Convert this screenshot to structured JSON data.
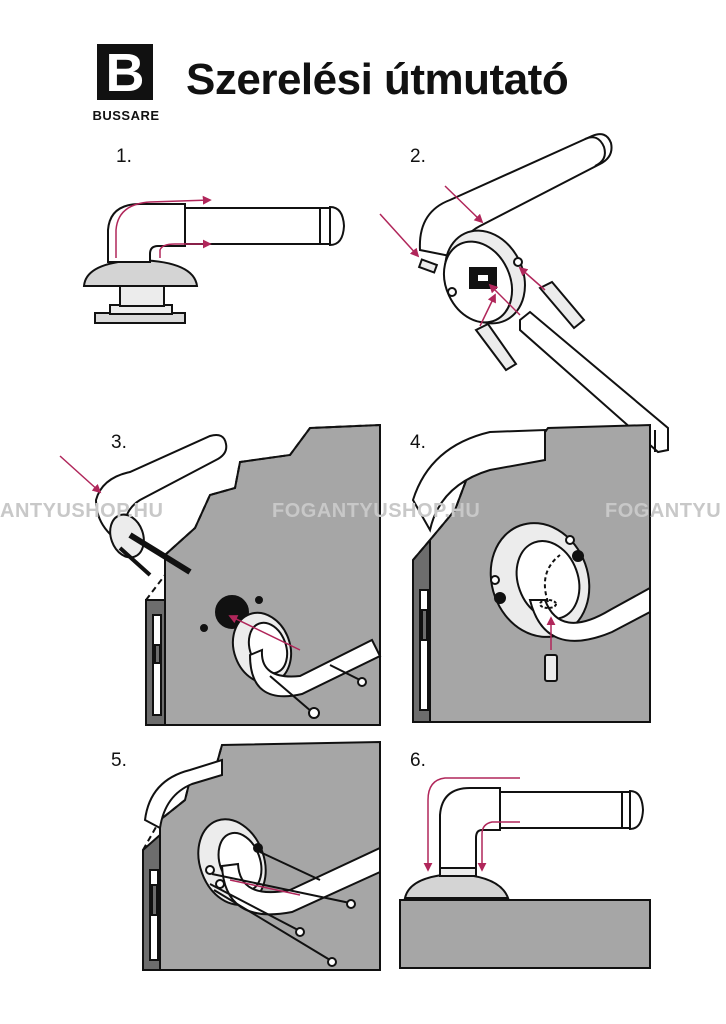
{
  "header": {
    "logo_letter": "B",
    "brand": "BUSSARE",
    "title": "Szerelési útmutató"
  },
  "steps": [
    {
      "label": "1."
    },
    {
      "label": "2."
    },
    {
      "label": "3."
    },
    {
      "label": "4."
    },
    {
      "label": "5."
    },
    {
      "label": "6."
    }
  ],
  "watermark": {
    "text_left": "ANTYUSHOP.HU",
    "text_center": "FOGANTYUSHOP.HU",
    "text_right": "FOGANTYU"
  },
  "colors": {
    "accent": "#b0265a",
    "door": "#a6a6a6",
    "door_edge": "#6d6d6d",
    "rose": "#d4d4d4",
    "ink": "#111111"
  }
}
